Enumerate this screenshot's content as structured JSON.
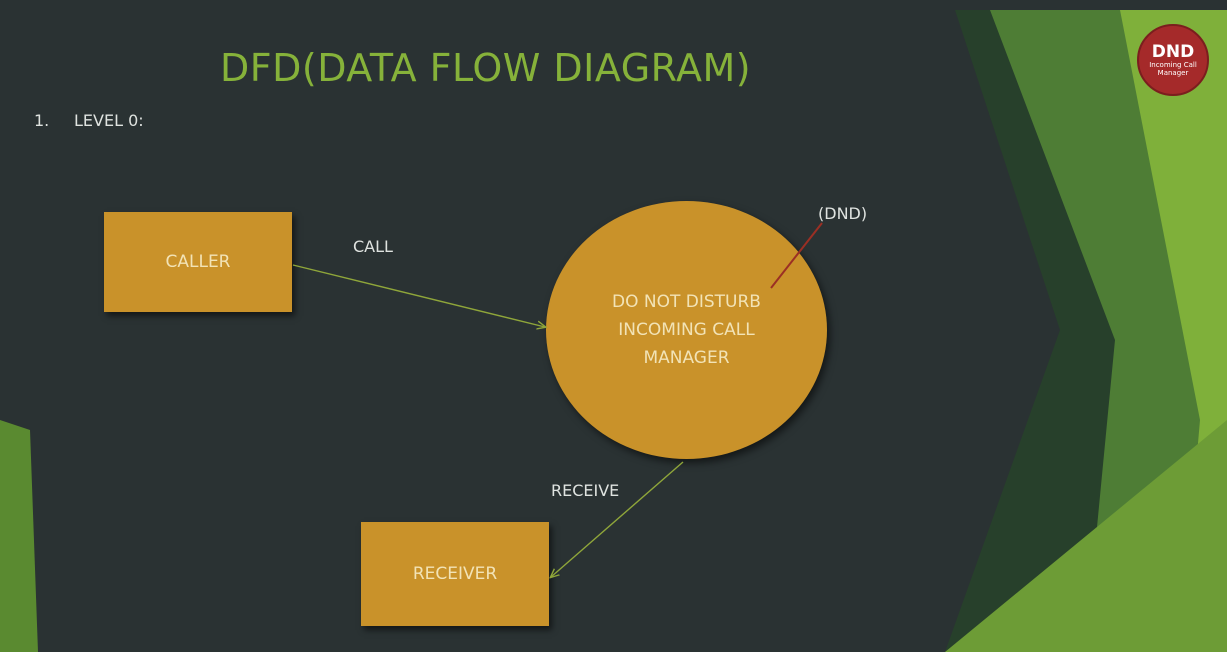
{
  "slide": {
    "title": "DFD(DATA FLOW DIAGRAM)",
    "list_number": "1.",
    "list_item": "LEVEL 0:"
  },
  "logo": {
    "main": "DND",
    "line1": "Incoming Call",
    "line2": "Manager"
  },
  "diagram": {
    "caller": "CALLER",
    "receiver": "RECEIVER",
    "process_lines": [
      "DO NOT DISTURB",
      "INCOMING CALL",
      "MANAGER"
    ],
    "flow_call": "CALL",
    "flow_receive": "RECEIVE",
    "annotation": "(DND)"
  },
  "colors": {
    "background": "#2a3233",
    "title": "#86b23a",
    "shape_fill": "#c9922a",
    "shape_text": "#f2e3b6",
    "arrow": "#8fa63a",
    "annotation_line": "#9b2f24",
    "decor_green": "#7fb03a"
  }
}
